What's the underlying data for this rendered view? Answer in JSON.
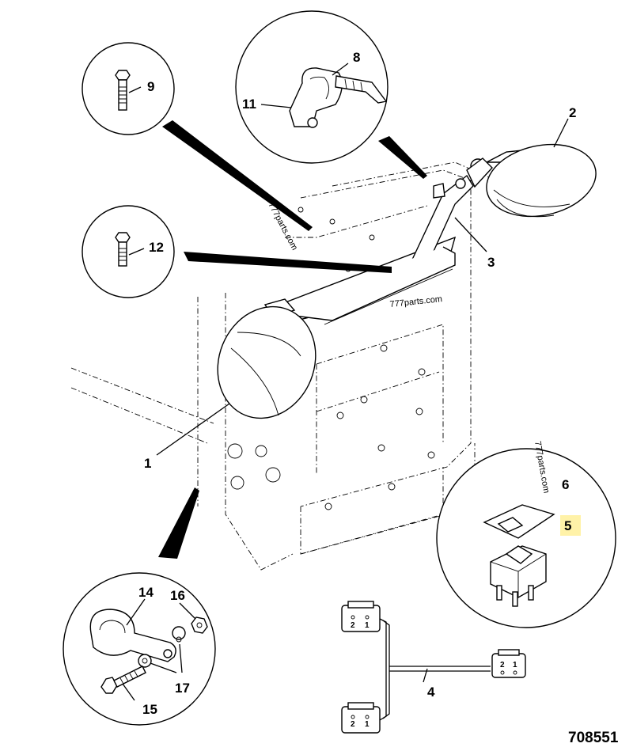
{
  "callouts": {
    "c1": "1",
    "c2": "2",
    "c3": "3",
    "c4": "4",
    "c5": "5",
    "c6": "6",
    "c8": "8",
    "c9": "9",
    "c11": "11",
    "c12": "12",
    "c14": "14",
    "c15": "15",
    "c16": "16",
    "c17a": "17",
    "c17b": "17"
  },
  "connector_pins": {
    "left": "2",
    "right": "1"
  },
  "watermarks": {
    "w1": "777parts.com",
    "w2": "777parts.com",
    "w3": "777parts.com"
  },
  "drawing_number": "708551",
  "colors": {
    "line": "#000000",
    "highlight": "#fff2a8",
    "background": "#ffffff"
  }
}
